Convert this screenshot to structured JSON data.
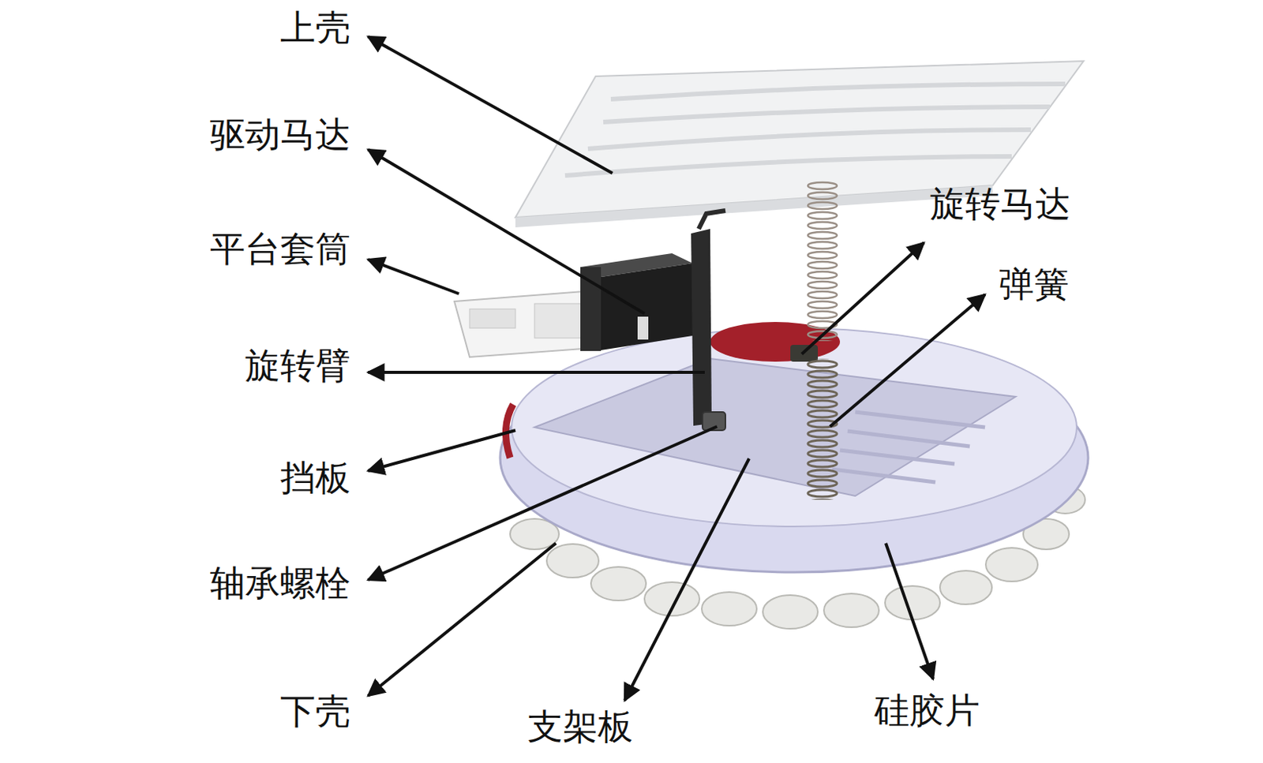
{
  "diagram": {
    "labels": [
      "上壳",
      "驱动马达",
      "平台套筒",
      "旋转臂",
      "挡板",
      "轴承螺栓",
      "下壳",
      "支架板",
      "旋转马达",
      "弹簧",
      "硅胶片"
    ]
  }
}
